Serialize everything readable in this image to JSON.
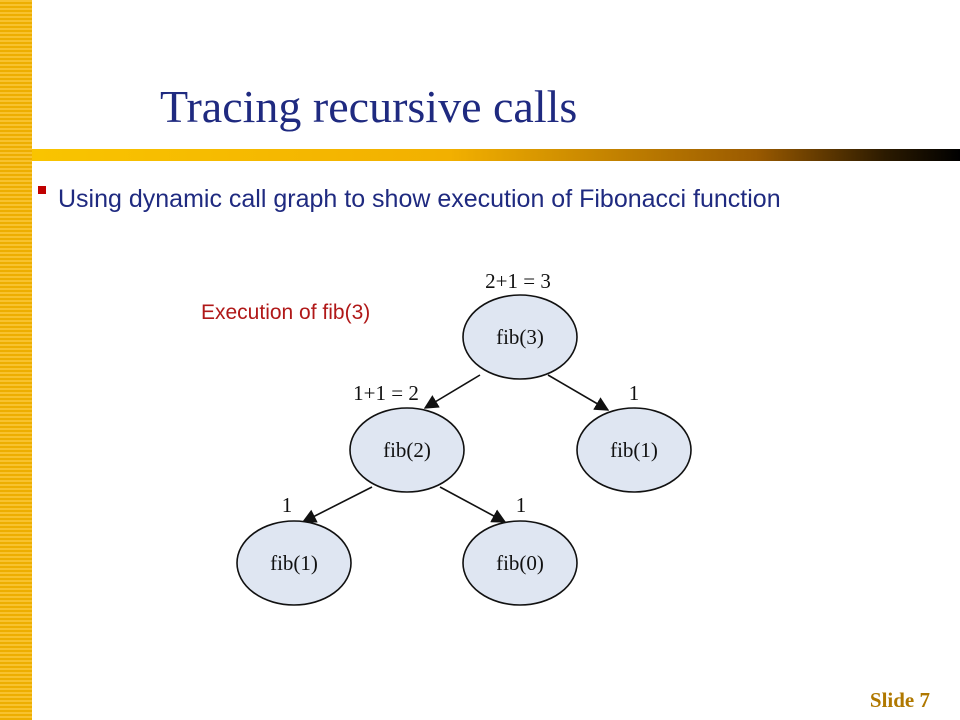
{
  "title": "Tracing recursive calls",
  "bullet": {
    "text": "Using dynamic call graph to show execution of Fibonacci function"
  },
  "caption": "Execution of fib(3)",
  "nodes": [
    {
      "id": "root",
      "label": "fib(3)",
      "result": "2+1 = 3"
    },
    {
      "id": "left",
      "label": "fib(2)",
      "result": "1+1 = 2"
    },
    {
      "id": "right",
      "label": "fib(1)",
      "result": "1"
    },
    {
      "id": "left-left",
      "label": "fib(1)",
      "result": "1"
    },
    {
      "id": "left-right",
      "label": "fib(0)",
      "result": "1"
    }
  ],
  "slide_label": "Slide 7",
  "colors": {
    "title": "#1f2a80",
    "caption": "#b01818",
    "node_fill": "#dfe6f2",
    "accent_bar": "#f7b500"
  }
}
